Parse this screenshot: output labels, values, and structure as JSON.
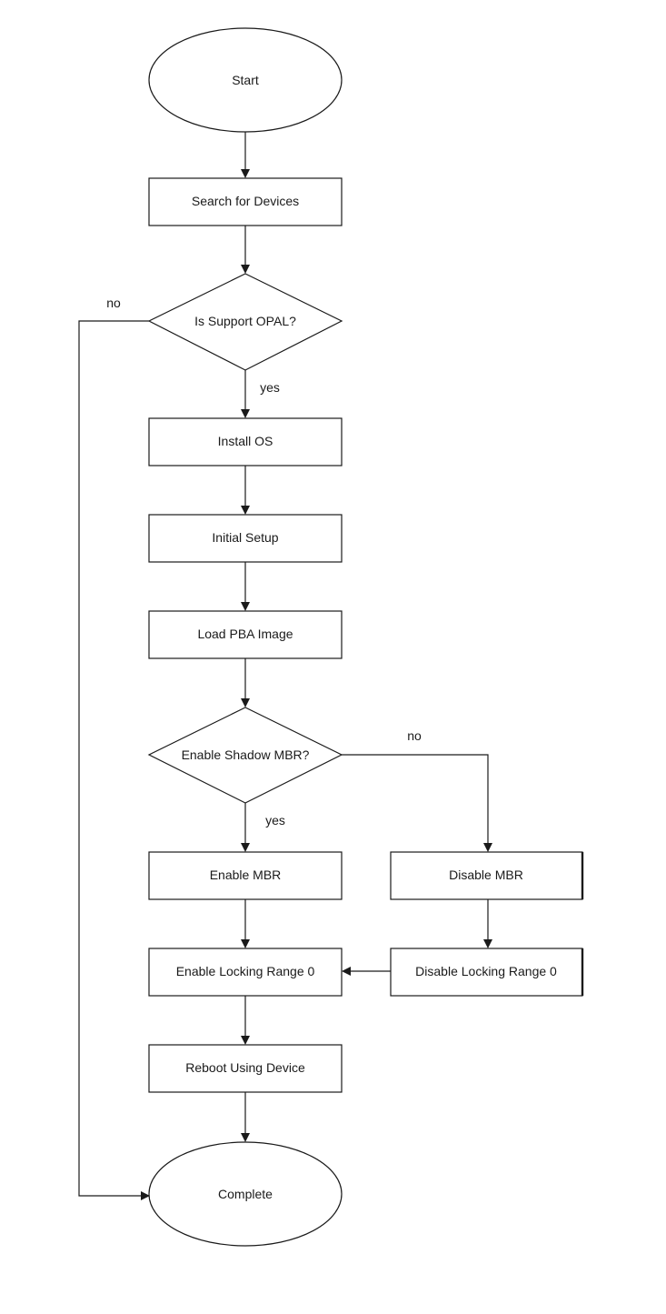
{
  "nodes": {
    "start": "Start",
    "search_devices": "Search for Devices",
    "is_support_opal": "Is Support OPAL?",
    "install_os": "Install OS",
    "initial_setup": "Initial Setup",
    "load_pba_image": "Load PBA Image",
    "enable_shadow_mbr": "Enable Shadow MBR?",
    "enable_mbr": "Enable MBR",
    "disable_mbr": "Disable MBR",
    "enable_locking_range_0": "Enable Locking Range 0",
    "disable_locking_range_0": "Disable Locking Range 0",
    "reboot_using_device": "Reboot Using Device",
    "complete": "Complete"
  },
  "edge_labels": {
    "opal_no": "no",
    "opal_yes": "yes",
    "shadow_no": "no",
    "shadow_yes": "yes"
  }
}
